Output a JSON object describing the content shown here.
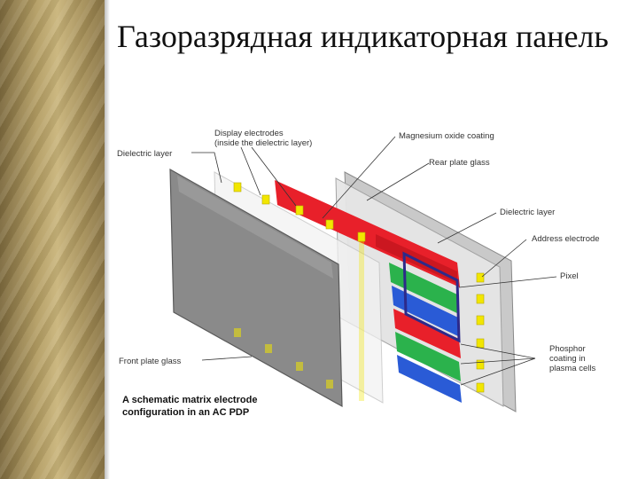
{
  "slide": {
    "title": "Газоразрядная индикаторная панель"
  },
  "diagram": {
    "labels": {
      "dielectric_layer_left": "Dielectric layer",
      "display_electrodes_1": "Display electrodes",
      "display_electrodes_2": "(inside the dielectric layer)",
      "magnesium_oxide": "Magnesium oxide coating",
      "rear_plate_glass": "Rear plate glass",
      "dielectric_layer_right": "Dielectric layer",
      "address_electrode": "Address electrode",
      "pixel": "Pixel",
      "phosphor_1": "Phosphor",
      "phosphor_2": "coating in",
      "phosphor_3": "plasma cells",
      "front_plate_glass": "Front plate glass"
    },
    "caption_line1": "A schematic matrix electrode",
    "caption_line2": "configuration in an AC PDP",
    "colors": {
      "red": "#e8202a",
      "green": "#2bb24c",
      "blue": "#2a5bd6",
      "electrode_yellow": "#f2e600",
      "pixel_outline": "#2d2a8a"
    }
  }
}
